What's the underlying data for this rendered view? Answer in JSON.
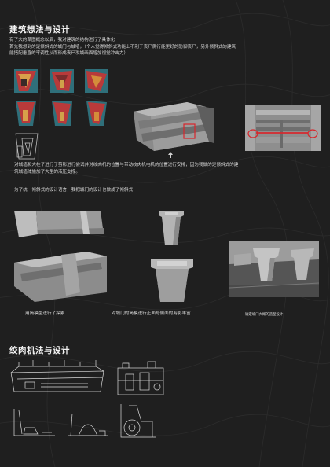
{
  "section1": {
    "title": "建筑想法与设计",
    "intro": [
      "有了大的草图概念以后，我对建筑的结构进行了具体化",
      "首先我想到的是倾斜式的城门与城墙，（个人觉得倾斜式功能上不利于丧尸爬行能更好的防御丧尸，另外倾斜式的建筑",
      "能搭配垂直的牢调性从而形成丧尸攻城画面增加视觉冲击力）"
    ],
    "para2": [
      "对城墙和大柱子进行了剪影进行尝试并对绞肉机的位置与带动绞肉机电机的位置进行安排，因为我做的是倾斜式的建",
      "筑城墙体施加了大型的液压支撑。"
    ],
    "para3": "为了统一倾斜式的设计语言，我把城门的设计也做成了倾斜式",
    "captions": {
      "left": "用简模型进行了探索",
      "middle": "对城门的简模进行正面与侧面的剪影丰富",
      "right": "确定城门大概的造型设计"
    }
  },
  "section2": {
    "title": "绞肉机法与设计"
  },
  "colors": {
    "background": "#1f1f1f",
    "accent_red": "#d8262b",
    "panel_teal": "#2f6f7a",
    "model_gray": "#8e8e8e"
  }
}
